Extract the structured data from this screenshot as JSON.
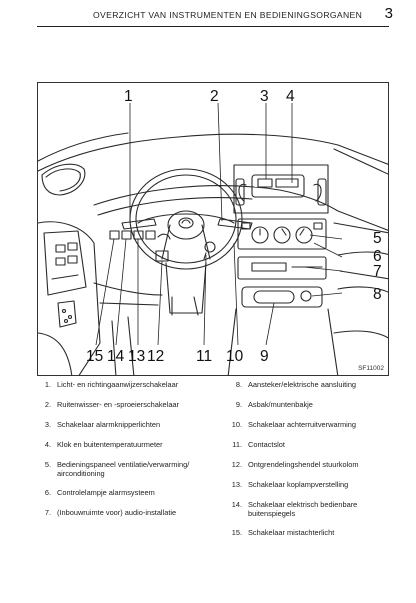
{
  "header": {
    "title": "OVERZICHT VAN INSTRUMENTEN EN BEDIENINGSORGANEN",
    "page_number": "3"
  },
  "figure": {
    "code": "SF11002",
    "callouts": [
      "1",
      "2",
      "3",
      "4",
      "5",
      "6",
      "7",
      "8",
      "9",
      "10",
      "11",
      "12",
      "13",
      "14",
      "15"
    ]
  },
  "legend": {
    "left": [
      {
        "num": "1.",
        "text": "Licht- en richtingaanwijzerschakelaar"
      },
      {
        "num": "2.",
        "text": "Ruitenwisser- en -sproeierschakelaar"
      },
      {
        "num": "3.",
        "text": "Schakelaar alarmknipperlichten"
      },
      {
        "num": "4.",
        "text": "Klok en buitentemperatuurmeter"
      },
      {
        "num": "5.",
        "text": "Bedieningspaneel ventilatie/verwarming/\nairconditioning"
      },
      {
        "num": "6.",
        "text": "Controlelampje alarmsysteem"
      },
      {
        "num": "7.",
        "text": "(Inbouwruimte voor) audio-installatie"
      }
    ],
    "right": [
      {
        "num": "8.",
        "text": "Aansteker/elektrische aansluiting"
      },
      {
        "num": "9.",
        "text": "Asbak/muntenbakje"
      },
      {
        "num": "10.",
        "text": "Schakelaar achterruitverwarming"
      },
      {
        "num": "11.",
        "text": "Contactslot"
      },
      {
        "num": "12.",
        "text": "Ontgrendelingshendel stuurkolom"
      },
      {
        "num": "13.",
        "text": "Schakelaar koplampverstelling"
      },
      {
        "num": "14.",
        "text": "Schakelaar elektrisch bedienbare\nbuitenspiegels"
      },
      {
        "num": "15.",
        "text": "Schakelaar mistachterlicht"
      }
    ]
  }
}
